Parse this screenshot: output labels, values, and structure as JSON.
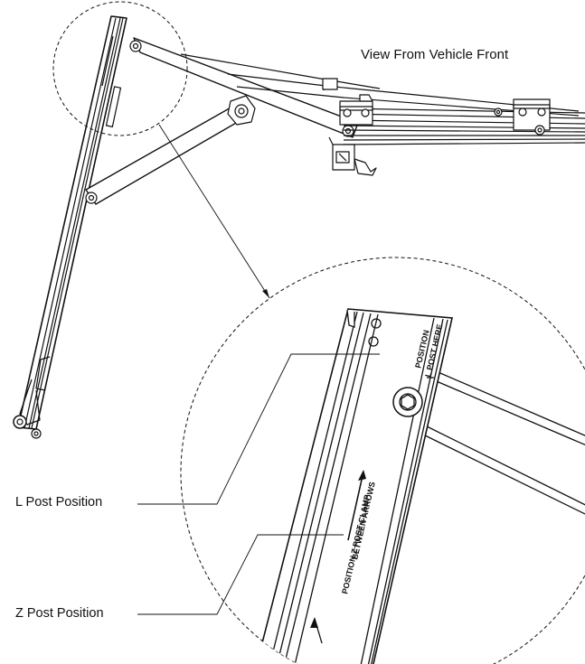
{
  "view_caption": "View From Vehicle Front",
  "callouts": {
    "l_post": "L Post Position",
    "z_post": "Z Post Position"
  },
  "decals": {
    "l_post_line1": "POSITION",
    "l_post_line2": "L POST HERE",
    "z_post_line1": "POSITION Z POST CLAMP",
    "z_post_line2": "BETWEEN ARROWS"
  }
}
